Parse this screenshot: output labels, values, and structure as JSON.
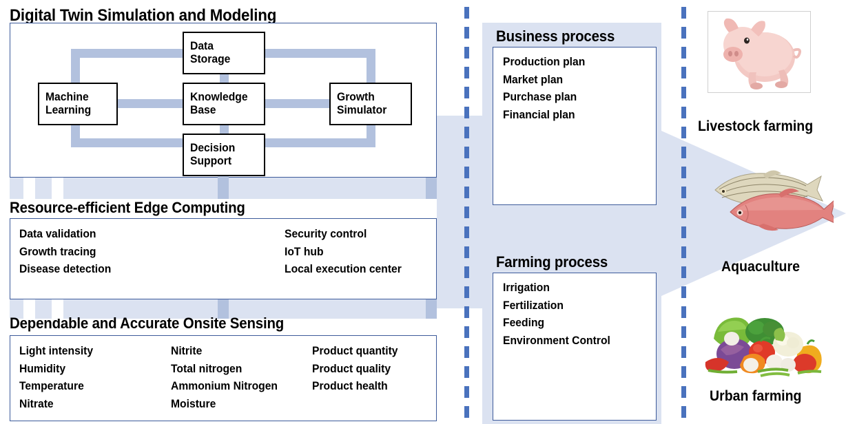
{
  "colors": {
    "arrow_fill": "#dbe2f1",
    "connector": "#b2c1de",
    "panel_border": "#3c5a9a",
    "dash": "#4a72bd",
    "node_border": "#000000",
    "text": "#000000"
  },
  "left_column": {
    "digital_twin": {
      "title": "Digital Twin Simulation and Modeling",
      "nodes": [
        {
          "id": "data-storage",
          "lines": [
            "Data",
            "Storage"
          ]
        },
        {
          "id": "machine-learning",
          "lines": [
            "Machine",
            "Learning"
          ]
        },
        {
          "id": "knowledge-base",
          "lines": [
            "Knowledge",
            "Base"
          ]
        },
        {
          "id": "growth-simulator",
          "lines": [
            "Growth",
            "Simulator"
          ]
        },
        {
          "id": "decision-support",
          "lines": [
            "Decision",
            "Support"
          ]
        }
      ]
    },
    "edge_computing": {
      "title": "Resource-efficient Edge Computing",
      "columns": [
        [
          "Data validation",
          "Growth tracing",
          "Disease detection"
        ],
        [
          "Security control",
          "IoT hub",
          "Local execution center"
        ]
      ]
    },
    "onsite_sensing": {
      "title": "Dependable and Accurate Onsite Sensing",
      "columns": [
        [
          "Light intensity",
          "Humidity",
          "Temperature",
          "Nitrate"
        ],
        [
          "Nitrite",
          "Total nitrogen",
          "Ammonium Nitrogen",
          "Moisture"
        ],
        [
          "Product quantity",
          "Product quality",
          "Product health"
        ]
      ]
    }
  },
  "middle_column": {
    "business_process": {
      "title": "Business process",
      "items": [
        "Production plan",
        "Market plan",
        "Purchase plan",
        "Financial plan"
      ]
    },
    "farming_process": {
      "title": "Farming process",
      "items": [
        "Irrigation",
        "Fertilization",
        "Feeding",
        "Environment Control"
      ]
    }
  },
  "right_column": {
    "items": [
      {
        "id": "livestock",
        "label": "Livestock farming",
        "image": "pig-photo"
      },
      {
        "id": "aquaculture",
        "label": "Aquaculture",
        "image": "fish-photo"
      },
      {
        "id": "urban",
        "label": "Urban farming",
        "image": "vegetables-photo"
      }
    ]
  }
}
